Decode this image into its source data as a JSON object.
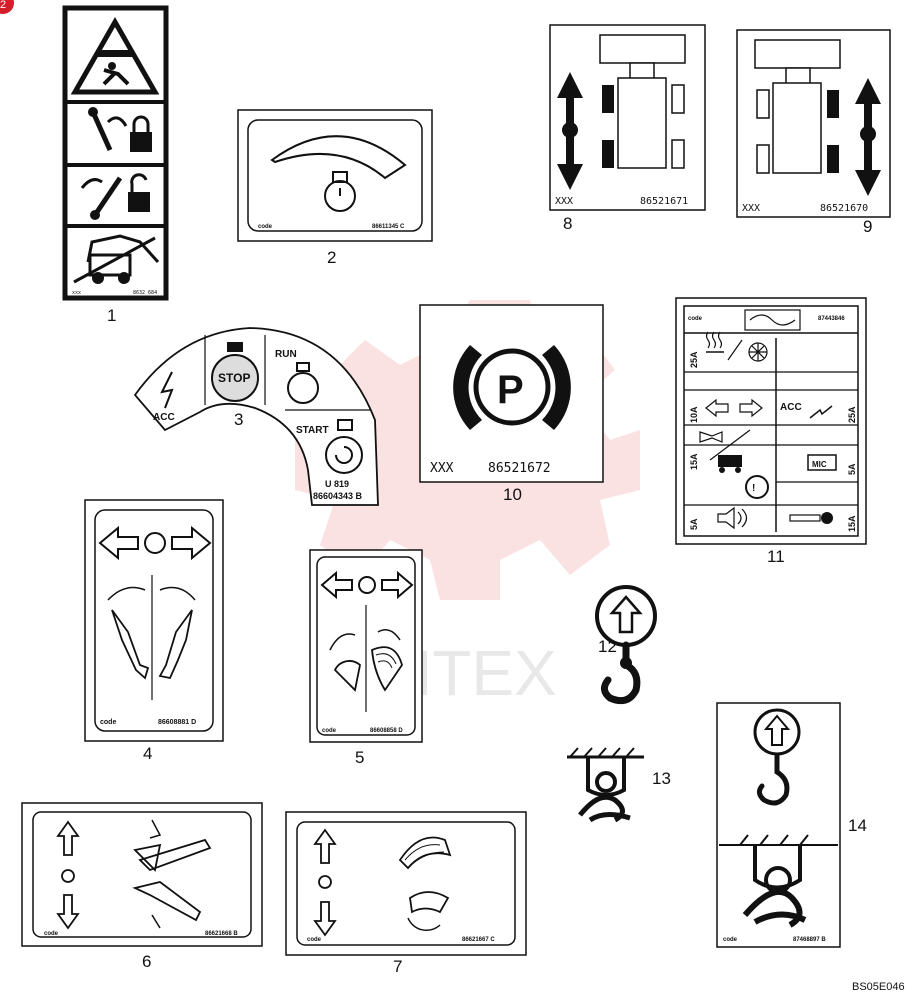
{
  "badge": "2",
  "figure_code": "BS05E046",
  "watermark": "ИНТЕХ",
  "decals": [
    {
      "number": "1",
      "code": "xxx",
      "part_number": "8632 684"
    },
    {
      "number": "2",
      "code": "code",
      "part_number": "86611345 C"
    },
    {
      "number": "3",
      "labels": {
        "acc": "ACC",
        "stop": "STOP",
        "run": "RUN",
        "start": "START"
      },
      "code": "U 819",
      "part_number": "86604343 B"
    },
    {
      "number": "4",
      "code": "code",
      "part_number": "86608881 D"
    },
    {
      "number": "5",
      "code": "code",
      "part_number": "86608858 D"
    },
    {
      "number": "6",
      "code": "code",
      "part_number": "86621668 B"
    },
    {
      "number": "7",
      "code": "code",
      "part_number": "86621667 C"
    },
    {
      "number": "8",
      "code": "XXX",
      "part_number": "86521671"
    },
    {
      "number": "9",
      "code": "XXX",
      "part_number": "86521670"
    },
    {
      "number": "10",
      "code": "XXX",
      "part_number": "86521672",
      "symbol": "P"
    },
    {
      "number": "11",
      "code": "code",
      "part_number": "87443846",
      "fuses": {
        "r1": "25A",
        "r2_left": "10A",
        "r2_acc": "ACC",
        "r2_right": "25A",
        "r3_left": "15A",
        "r3_mid": "MIC",
        "r3_right": "5A",
        "r4_left": "5A",
        "r4_right": "15A"
      }
    },
    {
      "number": "12"
    },
    {
      "number": "13"
    },
    {
      "number": "14",
      "code": "code",
      "part_number": "87468897 B"
    }
  ]
}
